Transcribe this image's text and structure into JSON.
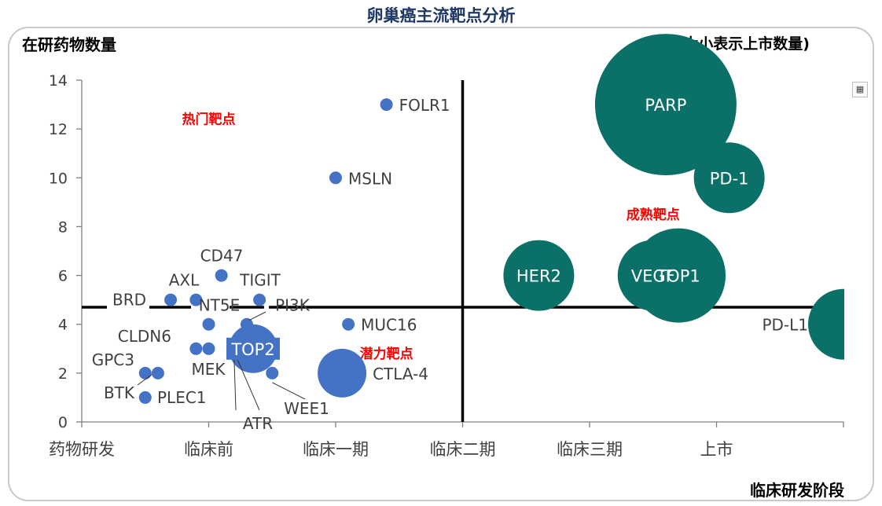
{
  "title": "卵巢癌主流靶点分析",
  "bubble_note": "(气泡大小表示上市数量)",
  "colors": {
    "blue_point": "#4472c4",
    "green_bubble": "#0b7068",
    "zone_text": "#ff0000",
    "axis": "#808080"
  },
  "icons": {
    "corner": "expand-icon"
  },
  "chart_data": {
    "type": "scatter",
    "title": "卵巢癌主流靶点分析",
    "xlabel": "临床研发阶段",
    "ylabel": "在研药物数量",
    "ylim": [
      0,
      14
    ],
    "yticks": [
      0,
      2,
      4,
      6,
      8,
      10,
      12,
      14
    ],
    "xlim": [
      0,
      6
    ],
    "xcategories": [
      "药物研发",
      "临床前",
      "临床一期",
      "临床二期",
      "临床三期",
      "上市"
    ],
    "grid": false,
    "quadrant_lines": {
      "x": 3,
      "y": 4.7
    },
    "zones": [
      {
        "label": "热门靶点",
        "x": 1.0,
        "y": 12.4
      },
      {
        "label": "成熟靶点",
        "x": 4.5,
        "y": 8.5
      },
      {
        "label": "潜力靶点",
        "x": 2.4,
        "y": 2.8
      }
    ],
    "points": [
      {
        "name": "FOLR1",
        "x": 2.4,
        "y": 13,
        "size": 0,
        "label_pos": "right"
      },
      {
        "name": "MSLN",
        "x": 2.0,
        "y": 10,
        "size": 0,
        "label_pos": "right"
      },
      {
        "name": "CD47",
        "x": 1.1,
        "y": 6,
        "size": 0,
        "label_pos": "top"
      },
      {
        "name": "AXL",
        "x": 0.9,
        "y": 5,
        "size": 0,
        "label_pos": "top"
      },
      {
        "name": "TIGIT",
        "x": 1.4,
        "y": 5,
        "size": 0,
        "label_pos": "top"
      },
      {
        "name": "BRD",
        "x": 0.7,
        "y": 5,
        "size": 0,
        "label_pos": "left"
      },
      {
        "name": "NT5E",
        "x": 1.0,
        "y": 4,
        "size": 0,
        "label_pos": "top"
      },
      {
        "name": "PI3K",
        "x": 1.3,
        "y": 4,
        "size": 0,
        "label_pos": "top"
      },
      {
        "name": "MUC16",
        "x": 2.1,
        "y": 4,
        "size": 0,
        "label_pos": "right"
      },
      {
        "name": "CLDN6",
        "x": 0.9,
        "y": 3,
        "size": 0,
        "label_pos": "left"
      },
      {
        "name": "MEK",
        "x": 1.0,
        "y": 3,
        "size": 0,
        "label_pos": "bottom"
      },
      {
        "name": "ATR",
        "x": 1.2,
        "y": 3,
        "size": 0,
        "label_pos": "bottom"
      },
      {
        "name": "TOP2",
        "x": 1.35,
        "y": 3,
        "size": 1,
        "label_pos": "center"
      },
      {
        "name": "CTLA-4",
        "x": 2.05,
        "y": 2,
        "size": 1,
        "label_pos": "right"
      },
      {
        "name": "WEE1",
        "x": 1.5,
        "y": 2,
        "size": 0,
        "label_pos": "bottom"
      },
      {
        "name": "GPC3",
        "x": 0.5,
        "y": 2,
        "size": 0,
        "label_pos": "left"
      },
      {
        "name": "BTK",
        "x": 0.6,
        "y": 2,
        "size": 0,
        "label_pos": "bottom"
      },
      {
        "name": "PLEC1",
        "x": 0.5,
        "y": 1,
        "size": 0,
        "label_pos": "right"
      },
      {
        "name": "PARP",
        "x": 4.6,
        "y": 13,
        "size": 5,
        "label_pos": "center"
      },
      {
        "name": "PD-1",
        "x": 5.1,
        "y": 10,
        "size": 2,
        "label_pos": "center"
      },
      {
        "name": "HER2",
        "x": 3.6,
        "y": 6,
        "size": 2,
        "label_pos": "center"
      },
      {
        "name": "VEGF",
        "x": 4.5,
        "y": 6,
        "size": 2,
        "label_pos": "center"
      },
      {
        "name": "TOP1",
        "x": 4.7,
        "y": 6,
        "size": 3,
        "label_pos": "center"
      },
      {
        "name": "PD-L1",
        "x": 6.0,
        "y": 4,
        "size": 2,
        "label_pos": "left"
      }
    ]
  }
}
